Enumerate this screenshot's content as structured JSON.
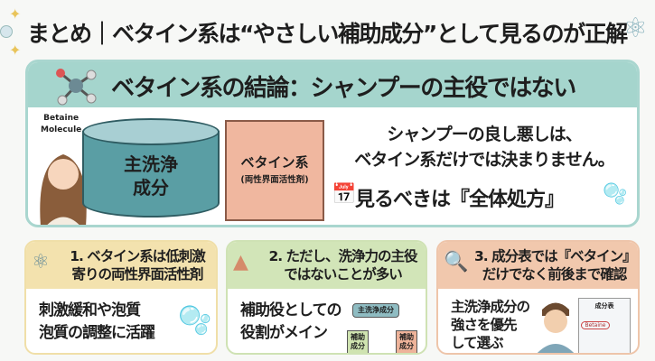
{
  "title": "まとめ｜ベタイン系は“やさしい補助成分”として見るのが正解",
  "panel": {
    "heading": "ベタイン系の結論：シャンプーの主役ではない",
    "molecule_label_1": "Betaine",
    "molecule_label_2": "Molecule",
    "cylinder_line1": "主洗浄",
    "cylinder_line2": "成分",
    "box_label": "ベタイン系",
    "box_sub": "(両性界面活性剤)",
    "message_line1": "シャンプーの良し悪しは、",
    "message_line2": "ベタイン系だけでは決まりません。",
    "look_text": "見るべきは『全体処方』"
  },
  "cards": [
    {
      "title1": "1. ベタイン系は低刺激",
      "title2": "寄りの両性界面活性剤",
      "body1": "刺激緩和や泡質",
      "body2": "泡質の調整に活躍",
      "color": "#f3e2ae"
    },
    {
      "title1": "2. ただし、洗浄力の主役",
      "title2": "ではないことが多い",
      "body1": "補助役としての",
      "body2": "役割がメイン",
      "diagram_main": "主洗浄成分",
      "diagram_sub1": "補助成分",
      "diagram_sub2": "補助成分",
      "color": "#d2e5b8"
    },
    {
      "title1": "3. 成分表では『ベタイン』",
      "title2": "だけでなく前後まで確認",
      "body1": "主洗浄成分の",
      "body2": "強さを優先",
      "body3": "して選ぶ",
      "doc_title": "成分表",
      "doc_highlight": "Betaine",
      "color": "#f1c8ad"
    }
  ],
  "colors": {
    "teal": "#a5d5cd",
    "cylinder": "#5a9ea4",
    "box": "#f0b79f"
  }
}
